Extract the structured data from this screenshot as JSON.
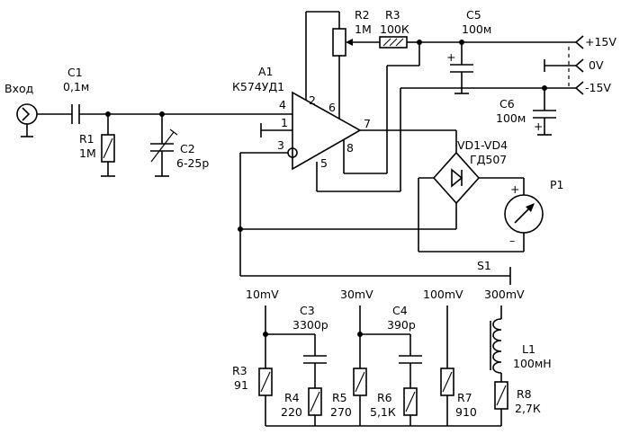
{
  "components": {
    "input": {
      "label": "Вход"
    },
    "c1": {
      "ref": "C1",
      "value": "0,1м"
    },
    "r1": {
      "ref": "R1",
      "value": "1М"
    },
    "c2": {
      "ref": "C2",
      "value": "6-25р"
    },
    "a1": {
      "ref": "A1",
      "part": "К574УД1"
    },
    "r2": {
      "ref": "R2",
      "value": "1М"
    },
    "r3": {
      "ref": "R3",
      "value": "100К"
    },
    "c5": {
      "ref": "C5",
      "value": "100м"
    },
    "c6": {
      "ref": "C6",
      "value": "100м"
    },
    "vd": {
      "ref": "VD1-VD4",
      "part": "ГД507"
    },
    "p1": {
      "ref": "P1"
    },
    "s1": {
      "ref": "S1"
    },
    "r3b": {
      "ref": "R3",
      "value": "91"
    },
    "r4": {
      "ref": "R4",
      "value": "220"
    },
    "c3": {
      "ref": "C3",
      "value": "3300р"
    },
    "r5": {
      "ref": "R5",
      "value": "270"
    },
    "r6": {
      "ref": "R6",
      "value": "5,1К"
    },
    "c4": {
      "ref": "C4",
      "value": "390р"
    },
    "r7": {
      "ref": "R7",
      "value": "910"
    },
    "l1": {
      "ref": "L1",
      "value": "100мН"
    },
    "r8": {
      "ref": "R8",
      "value": "2,7К"
    }
  },
  "pins": [
    "1",
    "2",
    "3",
    "4",
    "5",
    "6",
    "7",
    "8"
  ],
  "supply": {
    "plus15": "+15V",
    "zero": "0V",
    "minus15": "-15V"
  },
  "ranges": [
    "10mV",
    "30mV",
    "100mV",
    "300mV"
  ],
  "symbols": {
    "plus": "+",
    "minus": "–"
  }
}
